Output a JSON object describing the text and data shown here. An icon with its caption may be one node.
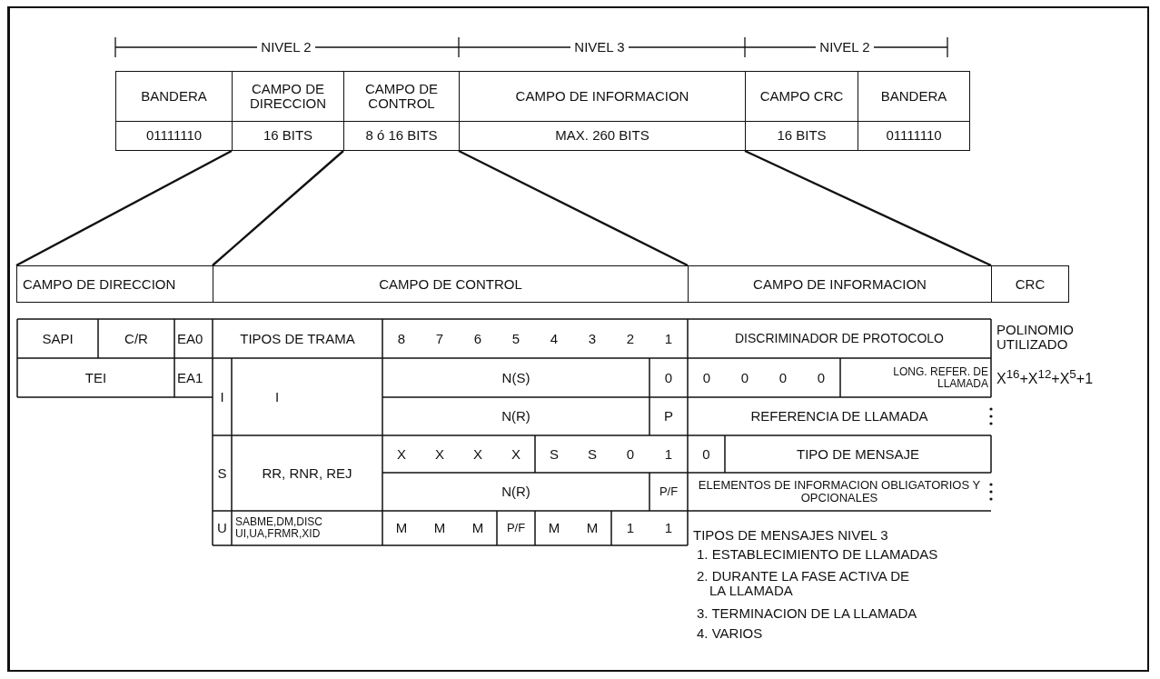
{
  "diagram": {
    "nodes": [
      {
        "text": [
          "BANDERA",
          "01111110"
        ]
      },
      {
        "text": [
          "CAMPO DE DIRECCION",
          "16 BITS"
        ]
      },
      {
        "text": [
          "CAMPO DE CONTROL",
          "8 ó 16 BITS"
        ]
      },
      {
        "text": [
          "CAMPO DE INFORMACION",
          "MAX. 260 BITS"
        ]
      },
      {
        "text": [
          "CAMPO CRC",
          "16 BITS"
        ]
      },
      {
        "text": [
          "BANDERA",
          "01111110"
        ]
      },
      {
        "text": [
          "CAMPO DE DIRECCION"
        ]
      },
      {
        "text": [
          "CAMPO DE CONTROL"
        ]
      },
      {
        "text": [
          "CAMPO DE INFORMACION"
        ]
      },
      {
        "text": [
          "CRC"
        ]
      }
    ],
    "edges": [
      {
        "from": 1,
        "to": 6,
        "arrow": "none"
      },
      {
        "from": 2,
        "to": 7,
        "arrow": "none"
      },
      {
        "from": 3,
        "to": 8,
        "arrow": "none"
      },
      {
        "from": 4,
        "to": 9,
        "arrow": "none"
      }
    ],
    "labels": [
      "NIVEL 2",
      "NIVEL 3",
      "NIVEL 2",
      "SAPI",
      "C/R",
      "EA0",
      "TIPOS DE TRAMA",
      "8",
      "7",
      "6",
      "5",
      "4",
      "3",
      "2",
      "1",
      "DISCRIMINADOR DE PROTOCOLO",
      "POLINOMIO UTILIZADO",
      "TEI",
      "EA1",
      "I",
      "I",
      "N(S)",
      "0",
      "0",
      "0",
      "0",
      "0",
      "LONG. REFER. DE LLAMADA",
      "X$^{16}$+X$^{12}$+X$^{5}$+1",
      "N(R)",
      "P",
      "REFERENCIA DE LLAMADA",
      "S",
      "RR, RNR, REJ",
      "X",
      "X",
      "X",
      "X",
      "S",
      "S",
      "0",
      "1",
      "0",
      "TIPO DE MENSAJE",
      "N(R)",
      "P/F",
      "ELEMENTOS DE INFORMACION OBLIGATORIOS Y OPCIONALES",
      "U",
      "SABME,DM,DISC UI,UA,FRMR,XID",
      "M",
      "M",
      "M",
      "P/F",
      "M",
      "M",
      "1",
      "1",
      "TIPOS DE MENSAJES NIVEL 3",
      "1. ESTABLECIMIENTO DE LLAMADAS",
      "2. DURANTE LA FASE ACTIVA DE LA LLAMADA",
      "3. TERMINACION DE LA LLAMADA",
      "4. VARIOS"
    ]
  }
}
